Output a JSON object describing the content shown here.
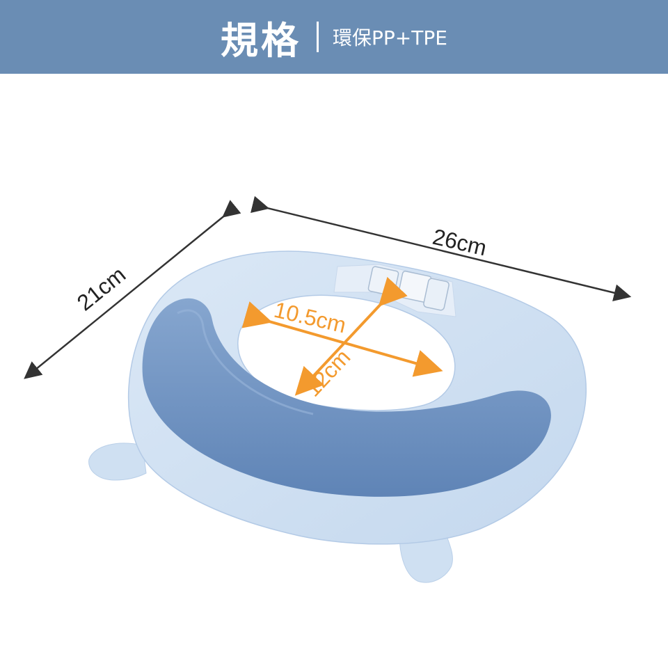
{
  "banner": {
    "title": "規格",
    "subtitle": "環保PP+TPE"
  },
  "dimensions": {
    "width_label": "26cm",
    "depth_label": "21cm",
    "inner_width_label": "10.5cm",
    "inner_depth_label": "12cm"
  },
  "colors": {
    "banner": "#6a8db4",
    "product_light": "#cfe0f2",
    "product_dark": "#6f93c2",
    "outer_arrow": "#333333",
    "inner_arrow": "#f39a2e"
  }
}
